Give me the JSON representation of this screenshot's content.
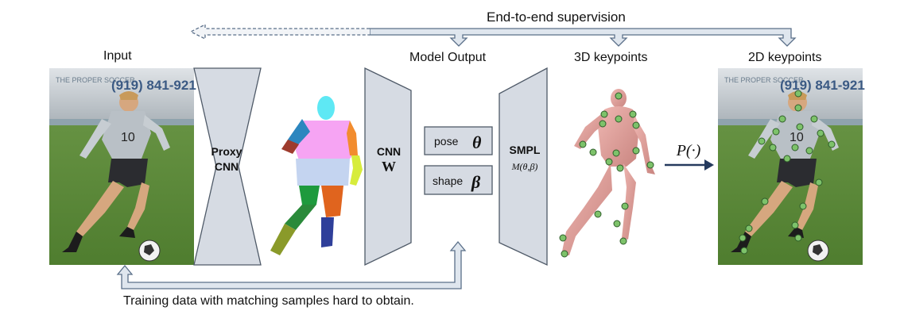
{
  "top": {
    "supervision_label": "End-to-end supervision"
  },
  "columns": {
    "input": "Input",
    "model_output": "Model Output",
    "keypoints_3d": "3D keypoints",
    "keypoints_2d": "2D keypoints"
  },
  "photo_text": {
    "sign": "(919) 841-921",
    "sign_top": "THE PROPER SOCCER",
    "jersey_number": "10"
  },
  "blocks": {
    "proxy_cnn_line1": "Proxy",
    "proxy_cnn_line2": "CNN",
    "cnn_label": "CNN",
    "cnn_weight": "W",
    "pose_label": "pose",
    "pose_symbol": "θ",
    "shape_label": "shape",
    "shape_symbol": "β",
    "smpl_label": "SMPL",
    "smpl_formula": "M(θ,β)",
    "projection": "P(·)"
  },
  "bottom": {
    "training_note": "Training data with matching samples hard to obtain."
  },
  "colors": {
    "block_fill": "#d6dbe3",
    "block_stroke": "#4f5a68",
    "arrow_fill": "#dfe6ee",
    "arrow_stroke": "#5a6f89",
    "projection_arrow": "#253a5e",
    "mesh_fill": "#e3a5a1",
    "keypoint": "#7dc26a"
  }
}
